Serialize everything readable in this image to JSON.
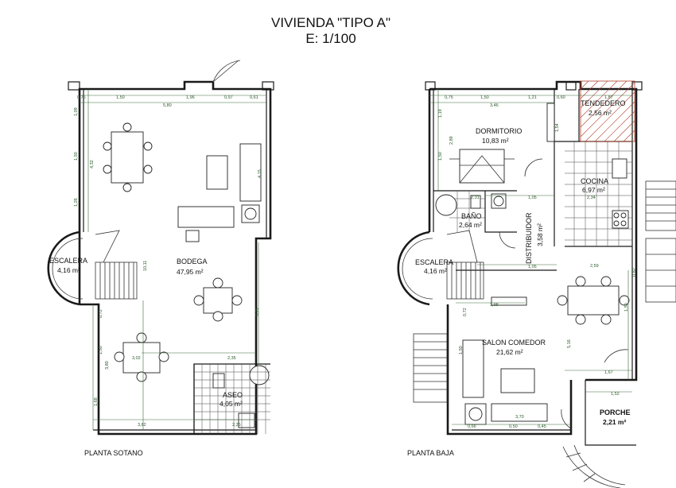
{
  "header": {
    "title": "VIVIENDA \"TIPO A\"",
    "scale": "E: 1/100"
  },
  "planta_sotano": {
    "caption": "PLANTA SOTANO",
    "rooms": [
      {
        "name": "ESCALERA",
        "area": "4,16 m²"
      },
      {
        "name": "BODEGA",
        "area": "47,95 m²"
      },
      {
        "name": "ASEO",
        "area": "4,05 m²"
      }
    ],
    "dims": {
      "d075": "0,75",
      "d150": "1,50",
      "d196": "1,96",
      "d097": "0,97",
      "d061": "0,61",
      "d580": "5,80",
      "d109": "1,09",
      "d432": "4,32",
      "d126": "1,26",
      "d1011": "10,11",
      "d072": "0,72",
      "d302": "3,02",
      "d235": "2,35",
      "d326": "3,26",
      "d380": "3,80",
      "d168": "1,68",
      "d382": "3,82",
      "d225": "2,25",
      "d415": "4,15"
    }
  },
  "planta_baja": {
    "caption": "PLANTA BAJA",
    "rooms": [
      {
        "name": "DORMITORIO",
        "area": "10,83 m²"
      },
      {
        "name": "TENDEDERO",
        "area": "2,56 m²"
      },
      {
        "name": "COCINA",
        "area": "6,97 m²"
      },
      {
        "name": "BAÑO",
        "area": "2,64 m²"
      },
      {
        "name": "DISTRIBUIDOR",
        "area": "3,58 m²"
      },
      {
        "name": "ESCALERA",
        "area": "4,16 m²"
      },
      {
        "name": "SALON COMEDOR",
        "area": "21,62 m²"
      },
      {
        "name": "PORCHE",
        "area": "2,21 m²"
      }
    ],
    "dims": {
      "d075": "0,75",
      "d150": "1,50",
      "d121": "1,21",
      "d060": "0,60",
      "d187": "1,87",
      "d346": "3,46",
      "d119": "1,19",
      "d289": "2,89",
      "d105": "1,05",
      "d231": "2,31",
      "d259": "2,59",
      "d198": "1,98",
      "d082": "0,82",
      "d072": "0,72",
      "d516": "5,16",
      "d167": "1,67",
      "d152": "1,52",
      "d370": "3,70",
      "d050": "0,50",
      "d066": "0,66",
      "d045": "0,45",
      "d154": "1,54",
      "d198b": "1,98",
      "d150b": "1,50",
      "d234": "2,34"
    }
  }
}
